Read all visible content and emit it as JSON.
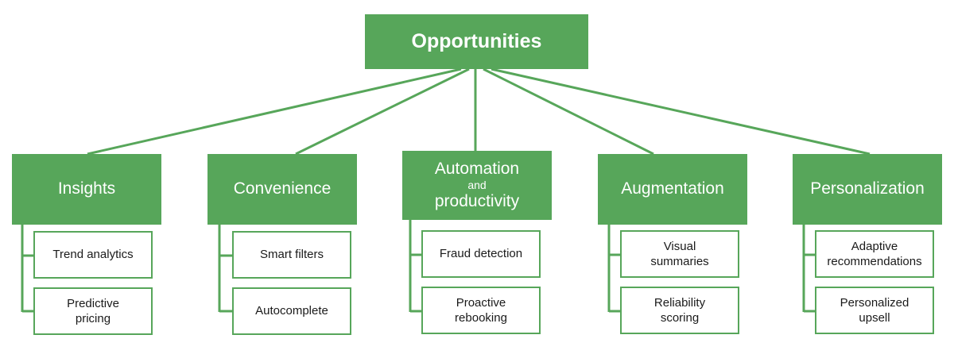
{
  "colors": {
    "green": "#57a65a",
    "leaf_border": "#57a65a",
    "text_dark": "#1a1a1a"
  },
  "root": {
    "label": "Opportunities"
  },
  "categories": [
    {
      "label": "Insights",
      "children": [
        {
          "label": "Trend analytics"
        },
        {
          "label_lines": [
            "Predictive",
            "pricing"
          ]
        }
      ]
    },
    {
      "label": "Convenience",
      "children": [
        {
          "label": "Smart filters"
        },
        {
          "label": "Autocomplete"
        }
      ]
    },
    {
      "label_lines": [
        "Automation",
        "and",
        "productivity"
      ],
      "children": [
        {
          "label": "Fraud detection"
        },
        {
          "label_lines": [
            "Proactive",
            "rebooking"
          ]
        }
      ]
    },
    {
      "label": "Augmentation",
      "children": [
        {
          "label_lines": [
            "Visual",
            "summaries"
          ]
        },
        {
          "label_lines": [
            "Reliability",
            "scoring"
          ]
        }
      ]
    },
    {
      "label": "Personalization",
      "children": [
        {
          "label_lines": [
            "Adaptive",
            "recommendations"
          ]
        },
        {
          "label_lines": [
            "Personalized",
            "upsell"
          ]
        }
      ]
    }
  ]
}
